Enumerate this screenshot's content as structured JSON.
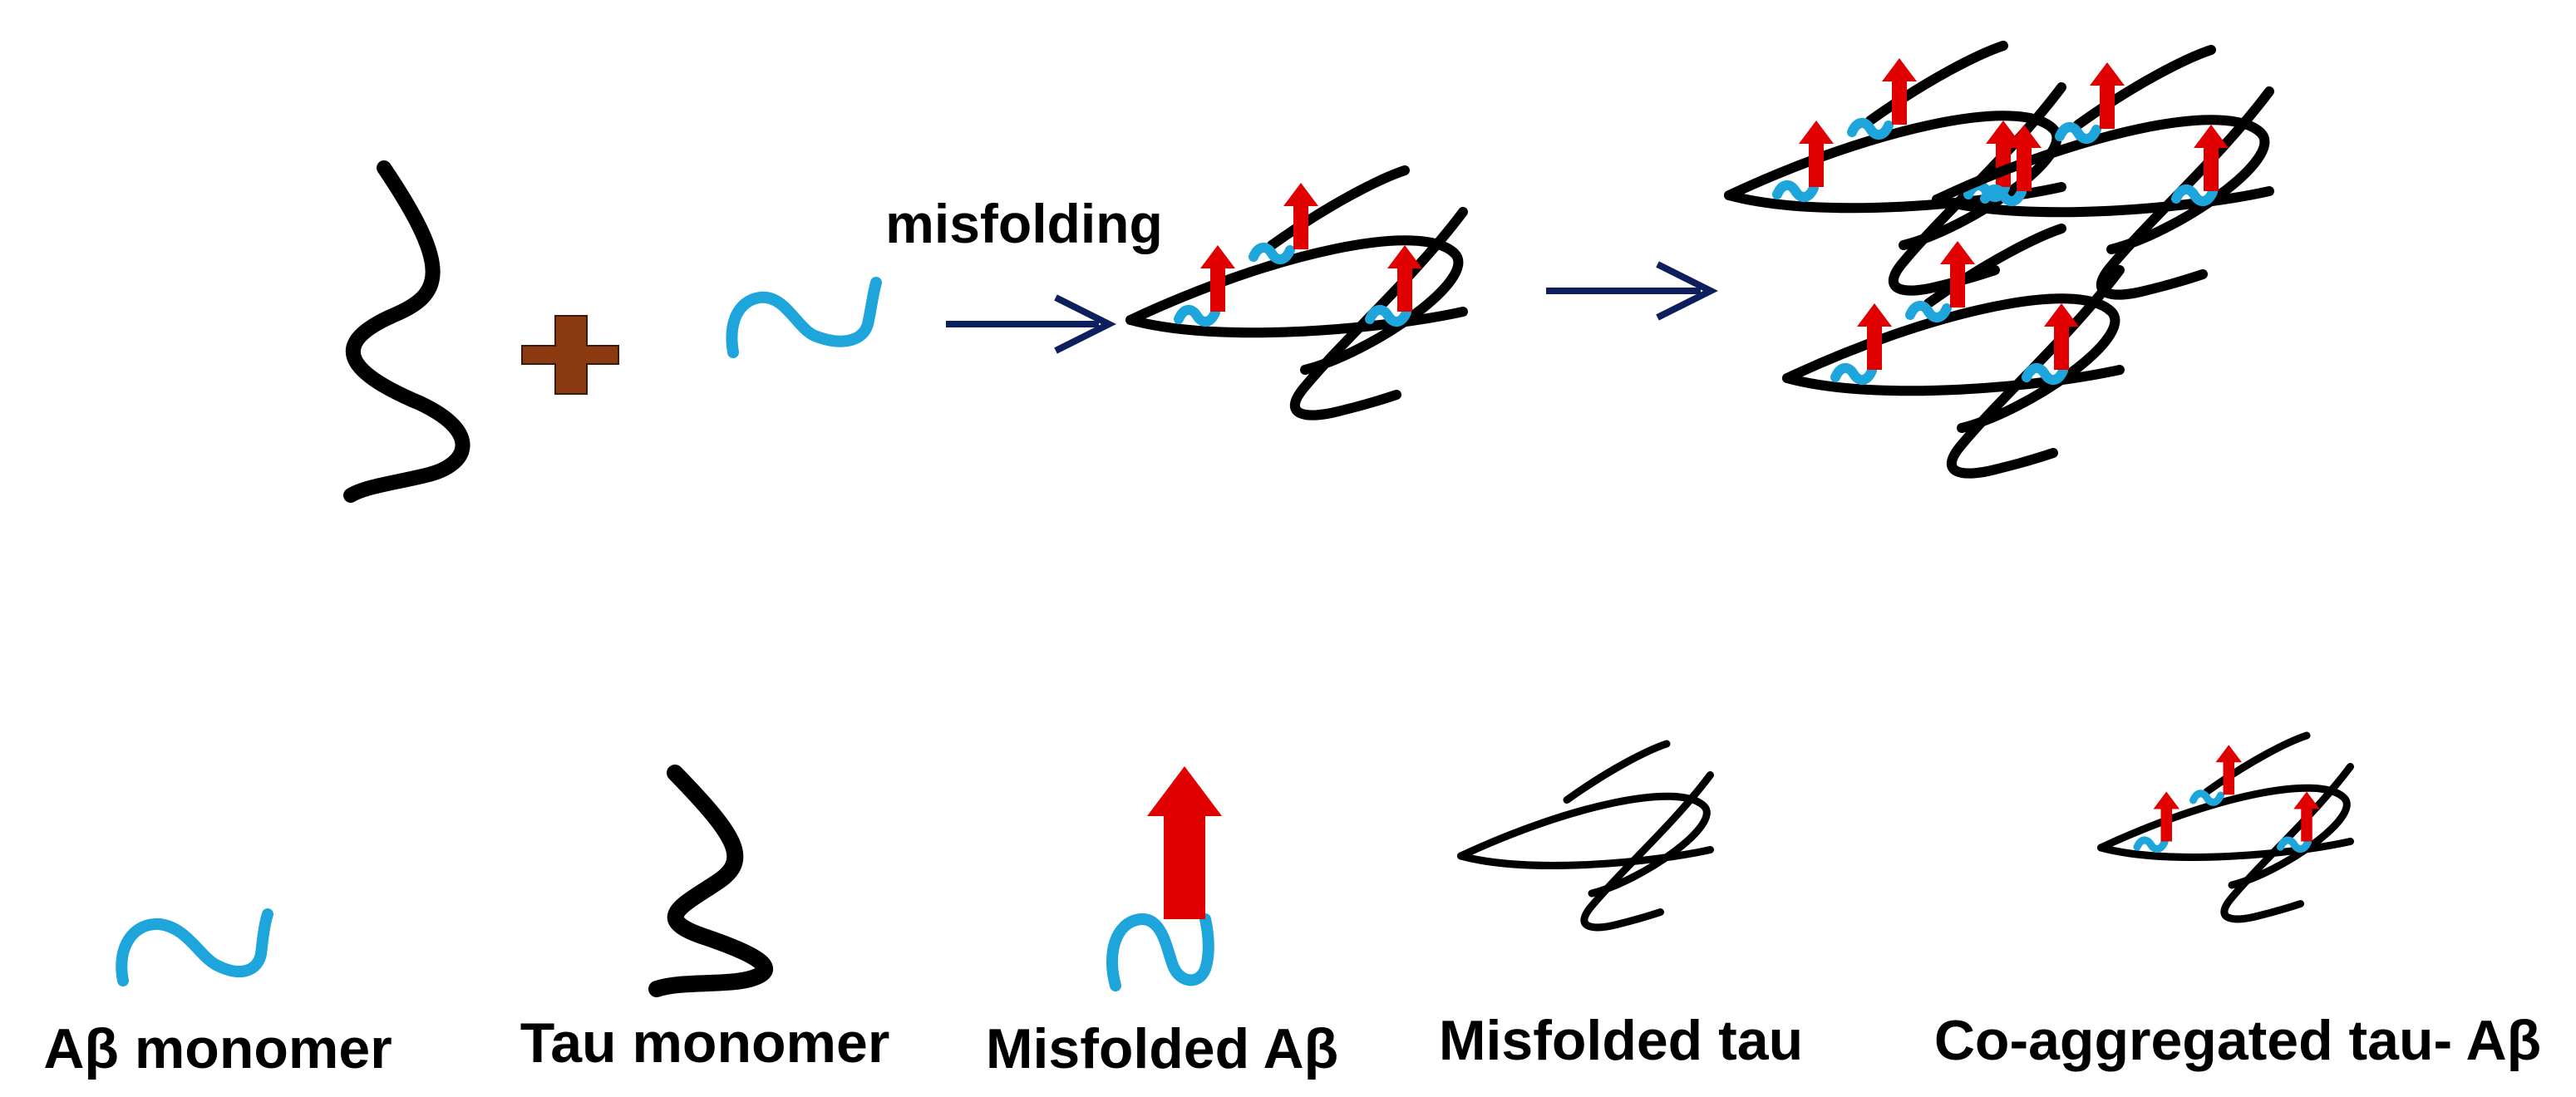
{
  "process": {
    "arrow_label": "misfolding"
  },
  "legend": [
    {
      "key": "abeta_monomer",
      "label": "Aβ monomer"
    },
    {
      "key": "tau_monomer",
      "label": "Tau monomer"
    },
    {
      "key": "misfolded_abeta",
      "label": "Misfolded Aβ"
    },
    {
      "key": "misfolded_tau",
      "label": "Misfolded tau"
    },
    {
      "key": "coaggregate",
      "label": "Co-aggregated tau- Aβ"
    }
  ],
  "colors": {
    "tau": "#000000",
    "abeta": "#1ea6dc",
    "misfolded_abeta_arrow": "#e00000",
    "plus": "#8b3a12",
    "process_arrow": "#0d1f5c"
  }
}
